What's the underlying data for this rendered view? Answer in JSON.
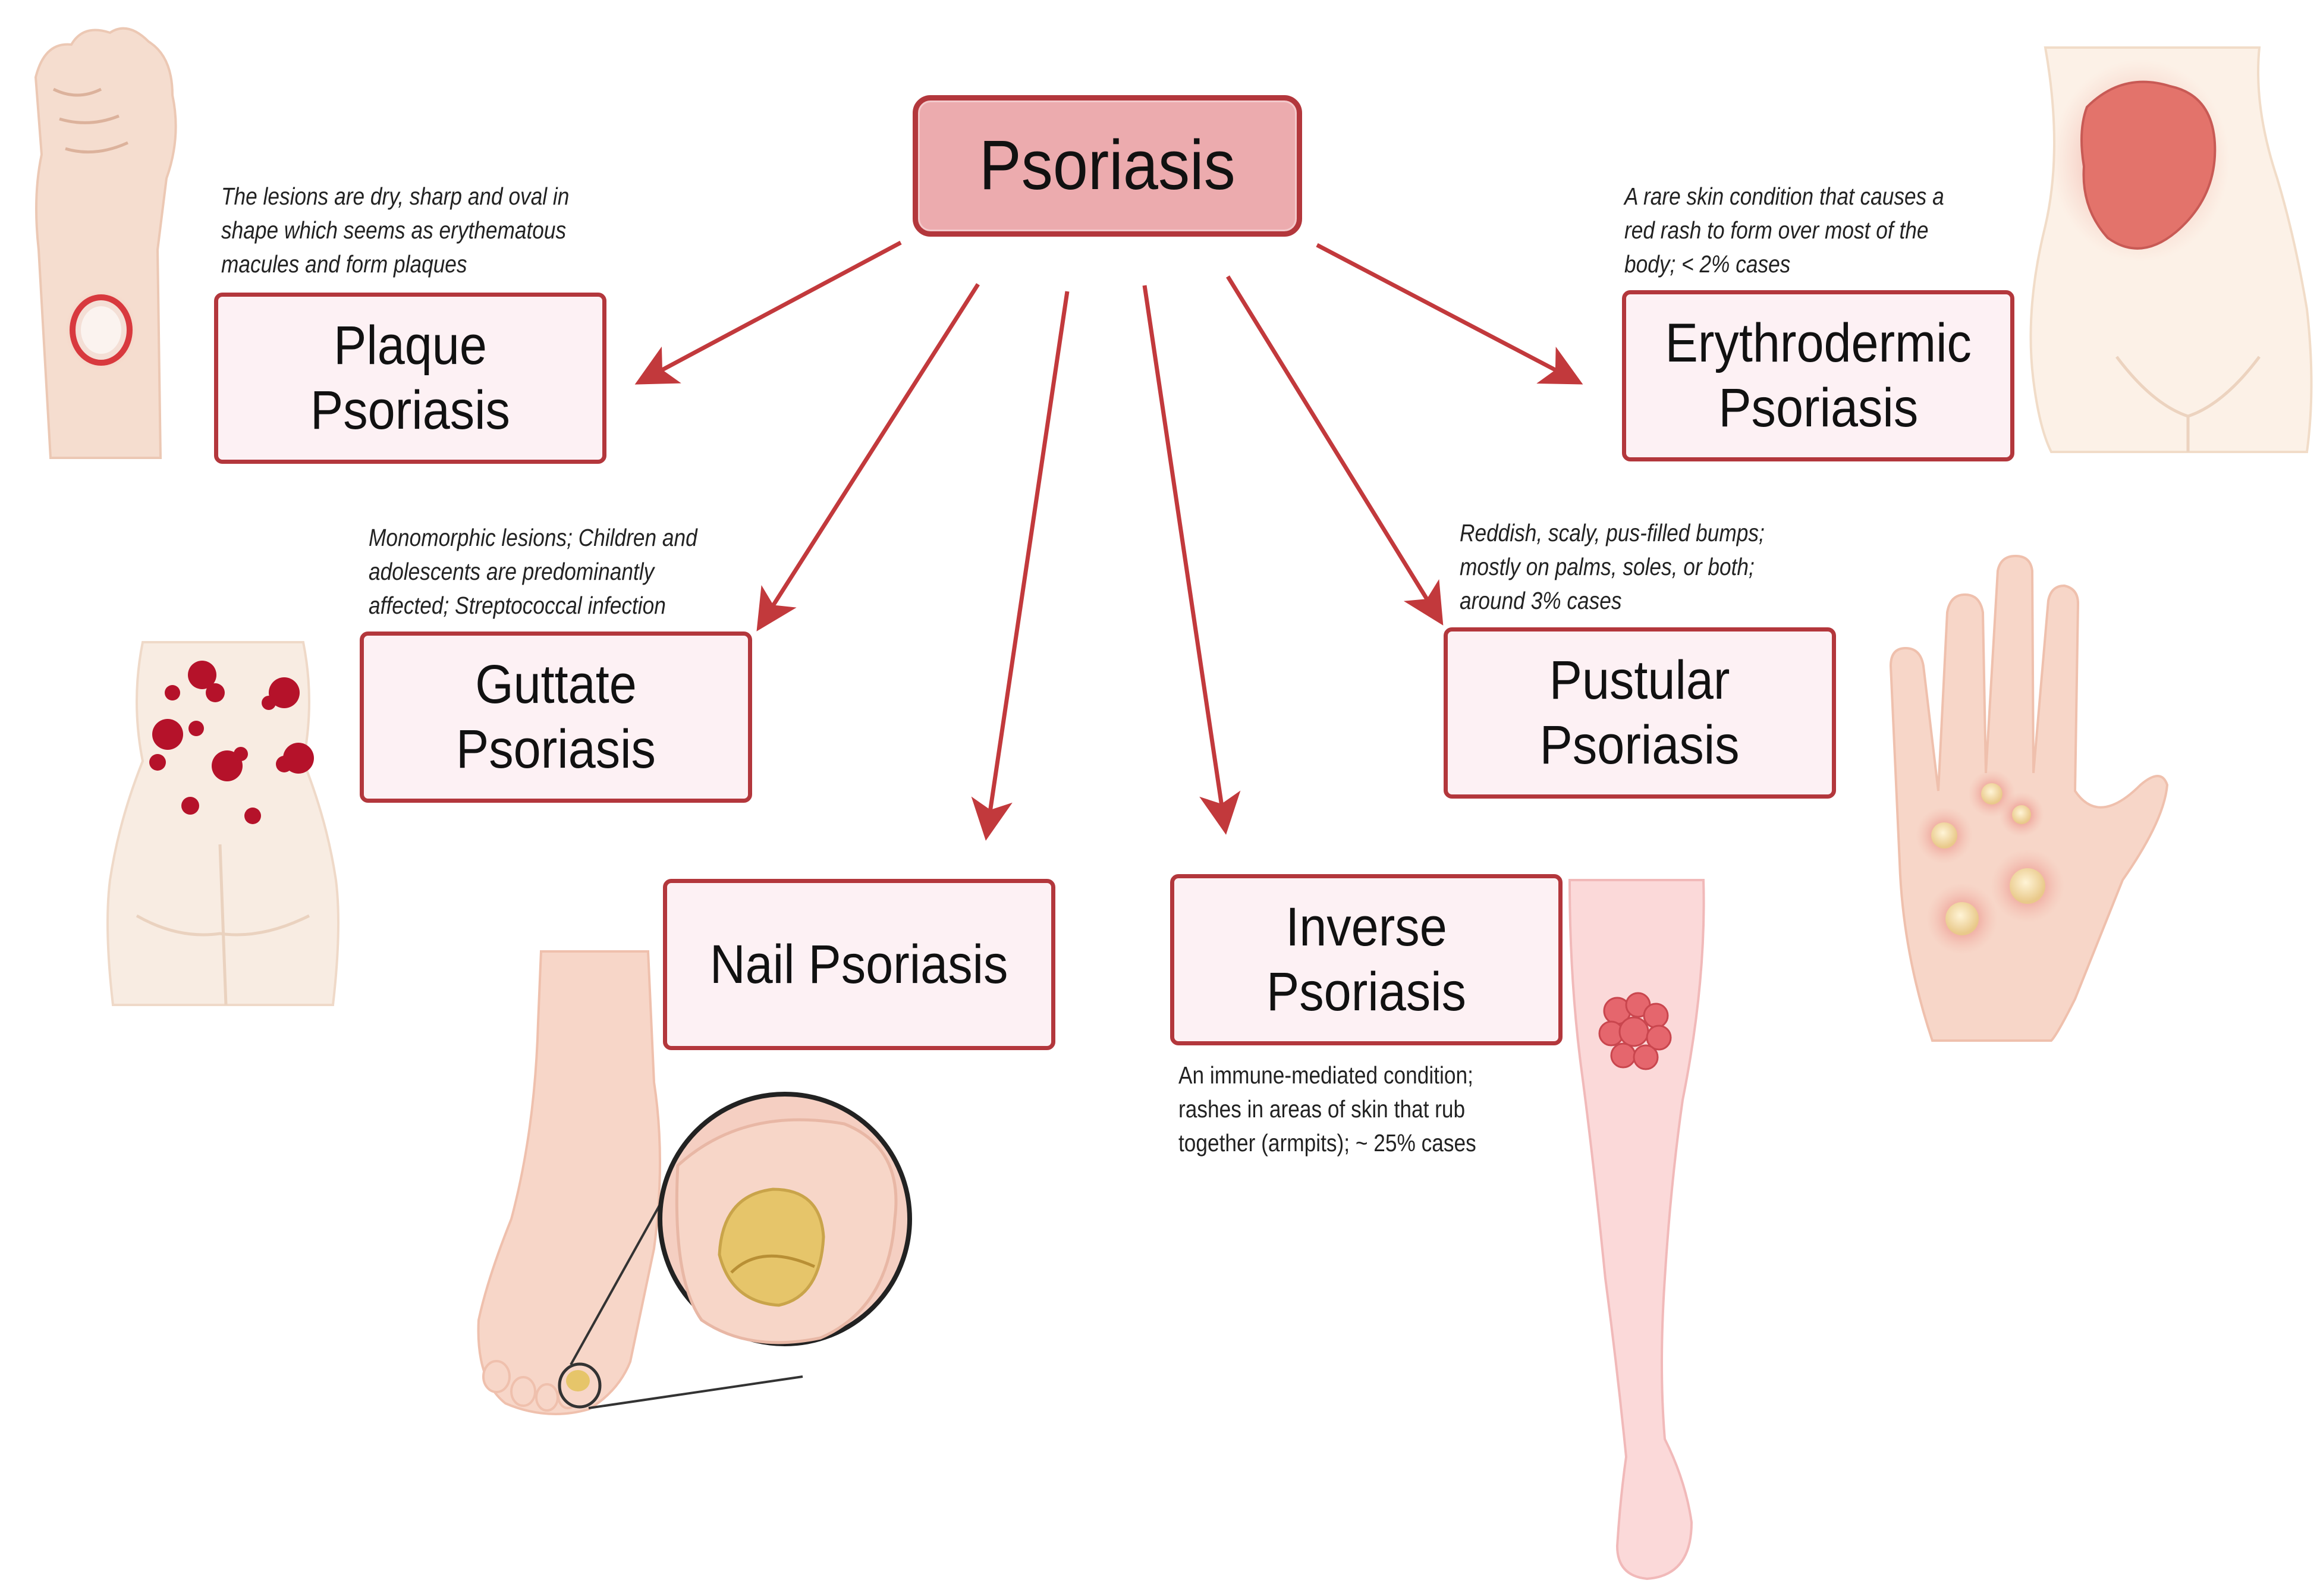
{
  "root": {
    "label": "Psoriasis"
  },
  "types": {
    "plaque": {
      "label": "Plaque Psoriasis"
    },
    "guttate": {
      "label": "Guttate Psoriasis"
    },
    "nail": {
      "label": "Nail Psoriasis"
    },
    "inverse": {
      "label": "Inverse Psoriasis"
    },
    "pustular": {
      "label_line1": "Pustular",
      "label_line2": "Psoriasis"
    },
    "erythrodermic": {
      "label_line1": "Erythrodermic",
      "label_line2": "Psoriasis"
    }
  },
  "notes": {
    "plaque": [
      "The lesions are dry, sharp and oval in",
      "shape which seems as erythematous",
      "macules and form plaques"
    ],
    "guttate": [
      "Monomorphic lesions; Children and",
      "adolescents are predominantly",
      "affected; Streptococcal infection"
    ],
    "erythrodermic": [
      "A rare skin condition that causes a",
      "red rash to form over most of the",
      "body; < 2% cases"
    ],
    "pustular": [
      "Reddish, scaly, pus-filled bumps;",
      "mostly on palms, soles, or both;",
      "around 3% cases"
    ],
    "inverse": [
      "An immune-mediated condition;",
      "rashes in areas of skin that rub",
      "together (armpits); ~ 25% cases"
    ]
  },
  "colors": {
    "arrow": "#c2393c",
    "box_border": "#b3373c",
    "box_fill": "#fdf1f4",
    "root_fill": "#ecabae",
    "skin": "#f7d6c8",
    "skin_shade": "#efc0ad",
    "lesion": "#b5122a"
  },
  "icons": [
    "wrist-plaque-illustration",
    "abdomen-guttate-illustration",
    "foot-nail-illustration",
    "leg-inverse-illustration",
    "palm-pustular-illustration",
    "torso-erythrodermic-illustration"
  ]
}
